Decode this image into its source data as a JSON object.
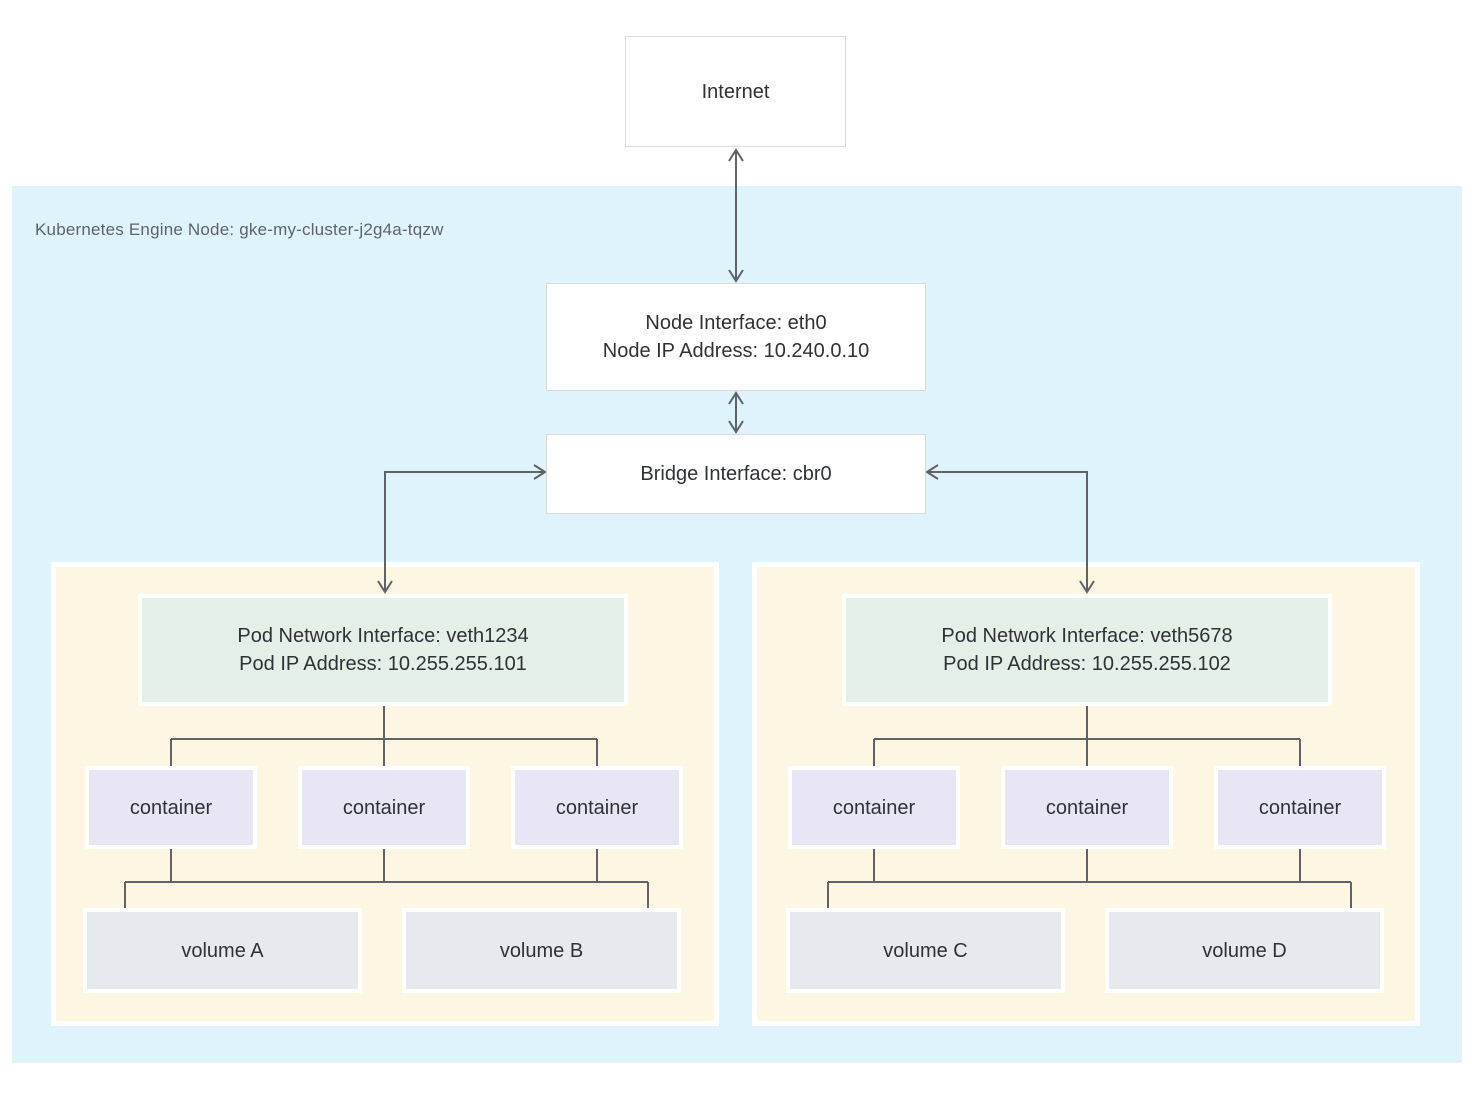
{
  "region": {
    "label": "Kubernetes Engine Node: gke-my-cluster-j2g4a-tqzw"
  },
  "internet": {
    "label": "Internet"
  },
  "node_interface": {
    "line1": "Node Interface: eth0",
    "line2": "Node IP Address: 10.240.0.10"
  },
  "bridge_interface": {
    "label": "Bridge Interface: cbr0"
  },
  "pods": [
    {
      "interface": {
        "line1": "Pod Network Interface: veth1234",
        "line2": "Pod IP Address: 10.255.255.101"
      },
      "containers": [
        "container",
        "container",
        "container"
      ],
      "volumes": [
        "volume A",
        "volume B"
      ]
    },
    {
      "interface": {
        "line1": "Pod Network Interface: veth5678",
        "line2": "Pod IP Address: 10.255.255.102"
      },
      "containers": [
        "container",
        "container",
        "container"
      ],
      "volumes": [
        "volume C",
        "volume D"
      ]
    }
  ],
  "colors": {
    "node_region_bg": "#DFF3FC",
    "pod_bg": "#FDF6E2",
    "pod_interface_bg": "#E3EFE7",
    "container_bg": "#E8E5F5",
    "volume_bg": "#E7EAED",
    "white_box_border": "#DADADA",
    "connector": "#5F6368",
    "text": "#2E3236",
    "region_label_text": "#5F6368"
  }
}
